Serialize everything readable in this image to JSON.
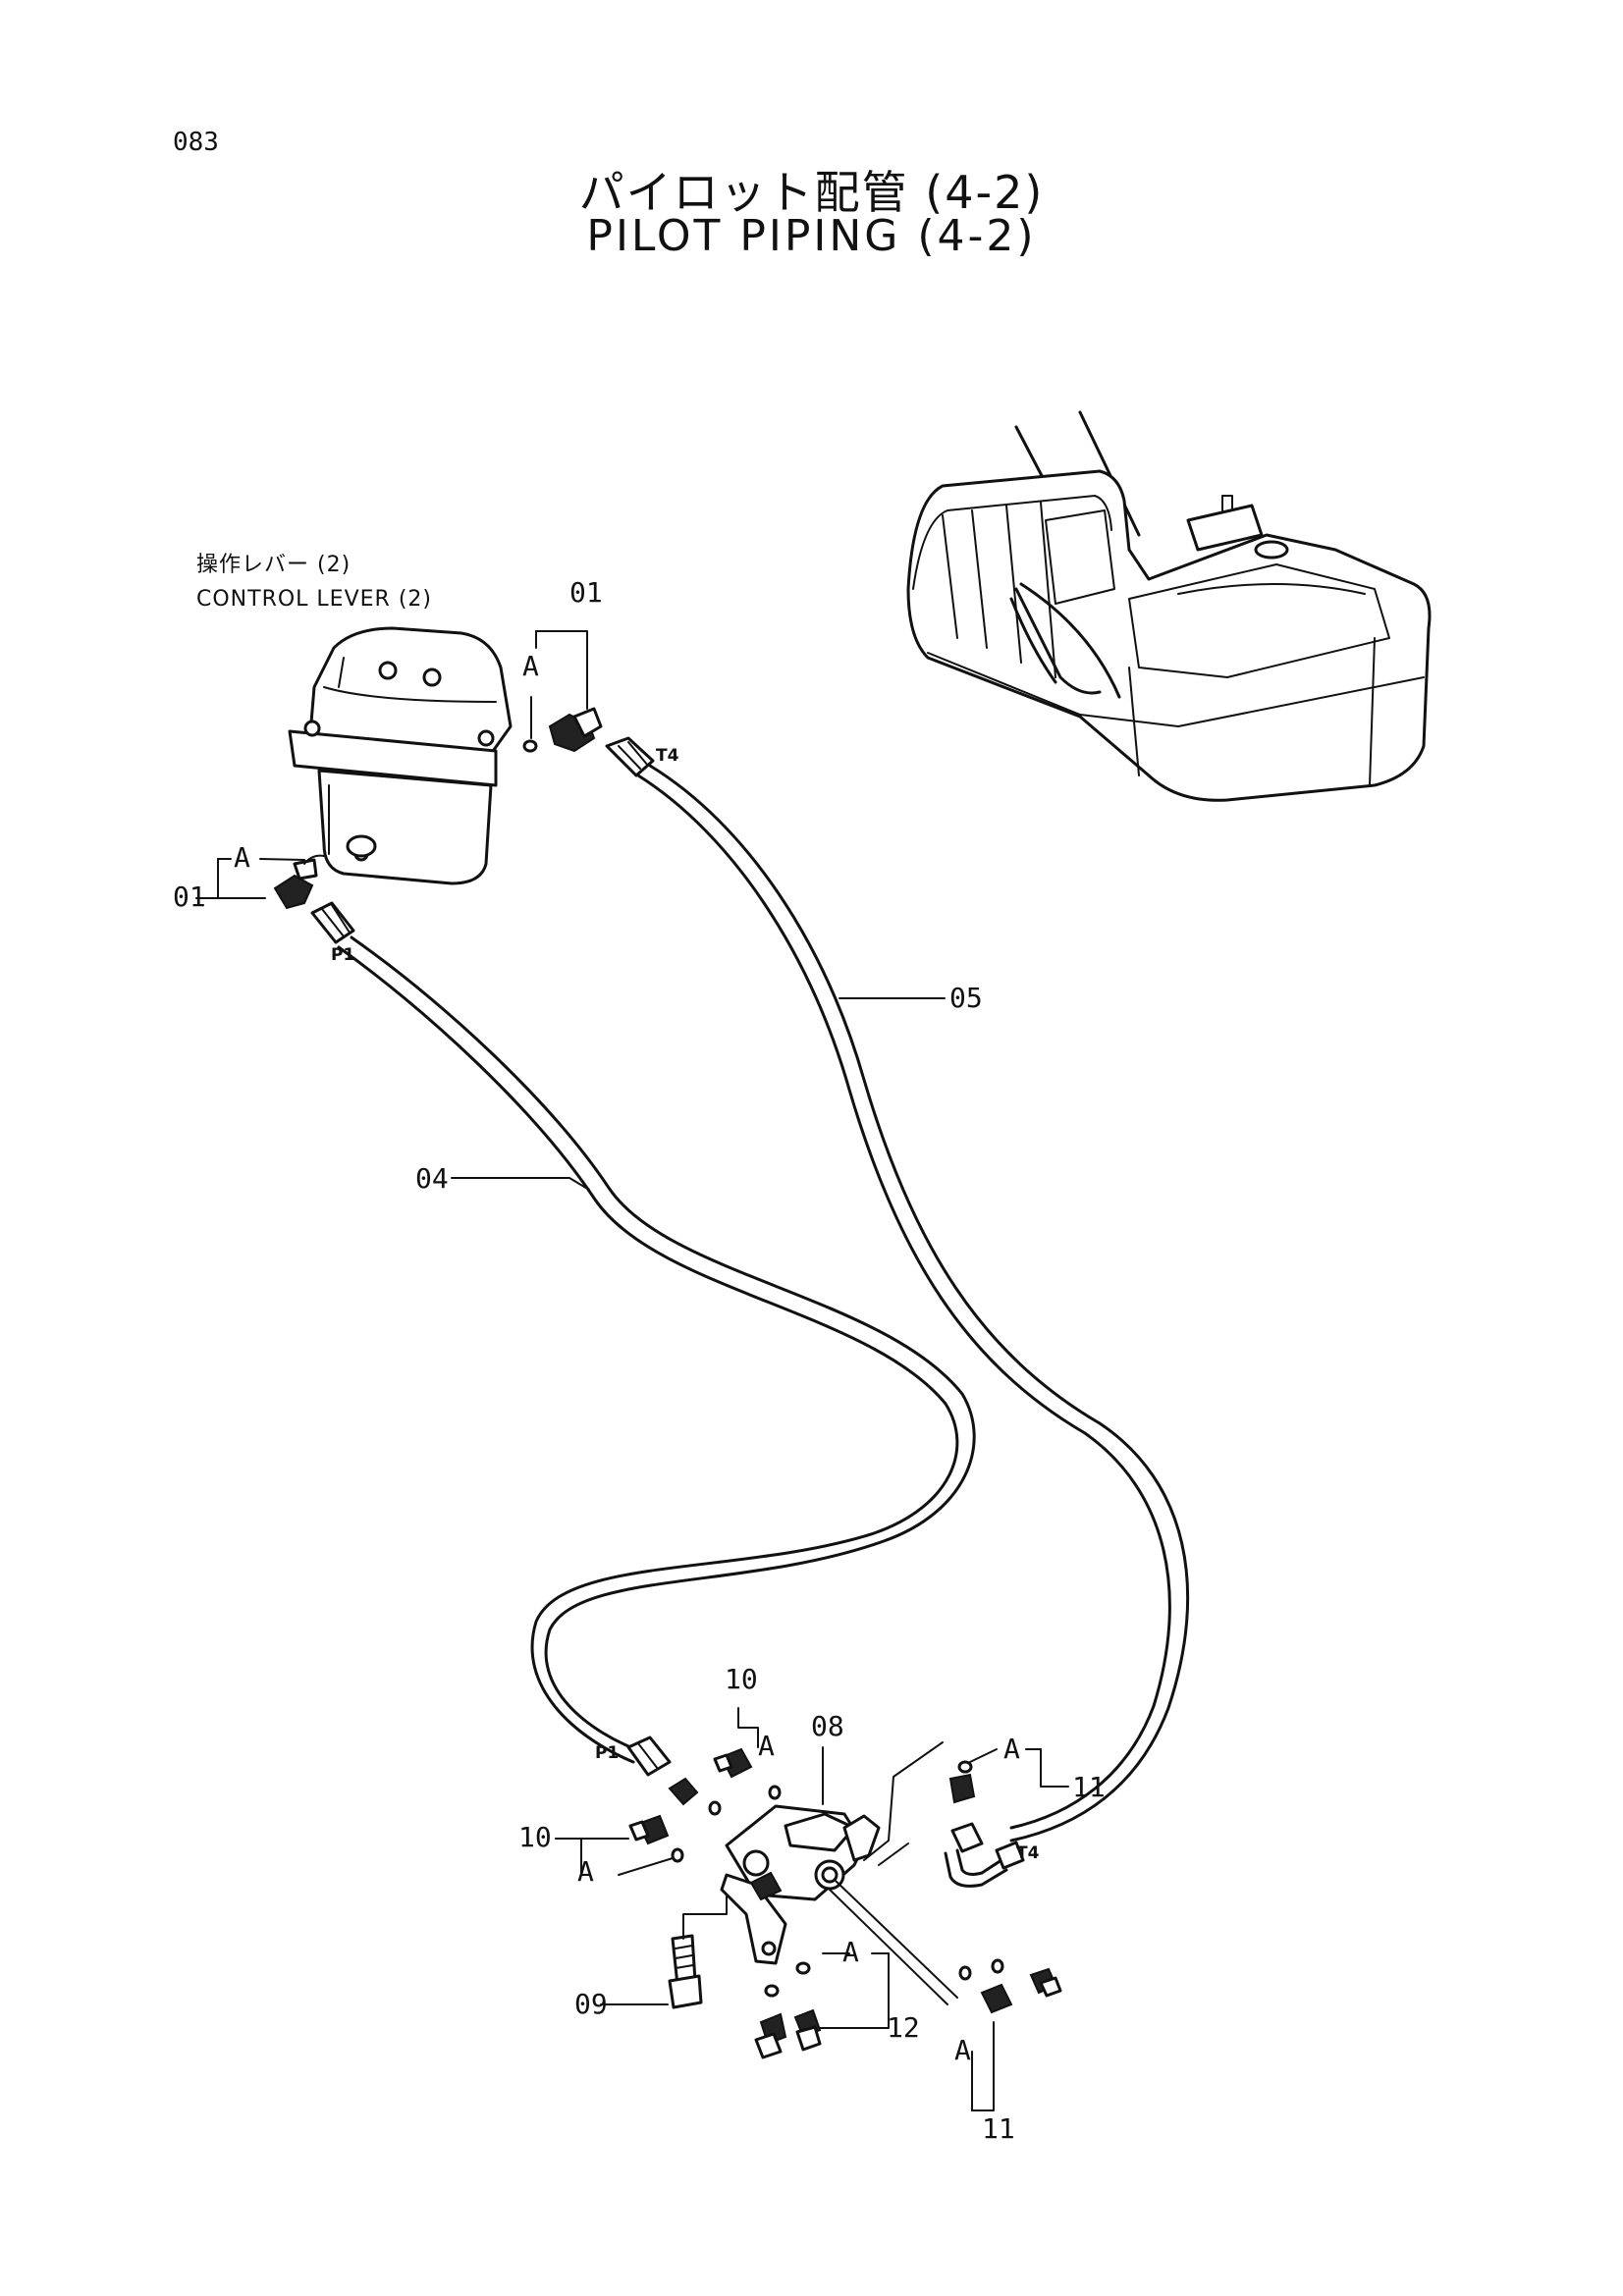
{
  "page_number": "083",
  "title_jp": "パイロット配管 (4-2)",
  "title_en": "PILOT PIPING (4-2)",
  "control_lever": {
    "label_jp": "操作レバー (2)",
    "label_en": "CONTROL LEVER (2)"
  },
  "callouts": {
    "c01_top": "01",
    "c01_left": "01",
    "c04": "04",
    "c05": "05",
    "c08": "08",
    "c09": "09",
    "c10_top": "10",
    "c10_left": "10",
    "c11_right": "11",
    "c11_bottom": "11",
    "c12": "12"
  },
  "port_labels": {
    "t4_top": "T4",
    "p1_top": "P1",
    "p1_bottom": "P1",
    "t4_bottom": "T4"
  },
  "view_markers": {
    "a1": "A",
    "a2": "A",
    "a3": "A",
    "a4": "A",
    "a5": "A",
    "a6": "A",
    "a7": "A"
  }
}
